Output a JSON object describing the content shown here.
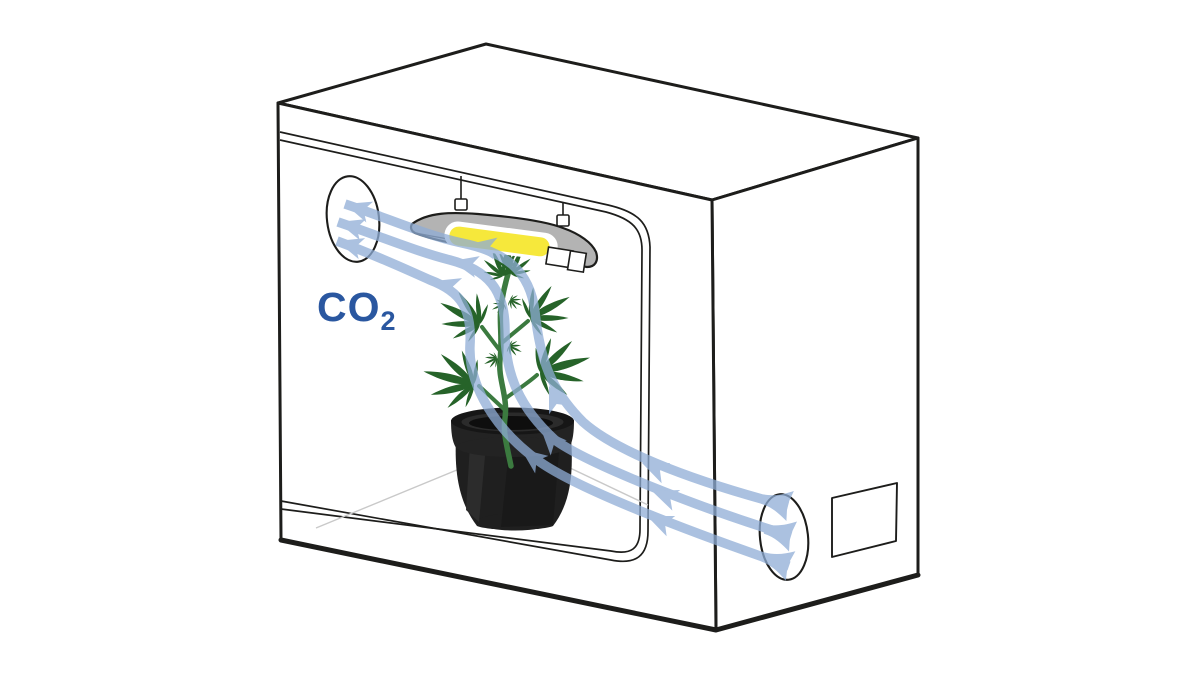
{
  "diagram": {
    "type": "grow-tent-co2-air-circulation-illustration",
    "label_co2": {
      "main": "CO",
      "subscript": "2"
    },
    "colors": {
      "background": "#ffffff",
      "outline": "#1d1d1b",
      "airflow": "#8fadd6",
      "leaf": "#266329",
      "stem": "#3b7a3f",
      "hood": "#b3b3b3",
      "hood_edge": "#1d1d1b",
      "bulb": "#f6e83b",
      "pot": "#1f1f1f",
      "co2_text": "#2a57a0",
      "floor_line": "#c9c9c9"
    },
    "parts": {
      "tent": "grow-tent-cabinet",
      "exhaust_vent": "upper-left-exhaust-vent",
      "intake_vent": "lower-right-intake-vent",
      "side_window": "side-window-port",
      "lamp": "hanging-grow-light",
      "plant": "cannabis-plant",
      "pot": "black-plant-pot",
      "airflow": "co2-airflow-arrows"
    }
  }
}
